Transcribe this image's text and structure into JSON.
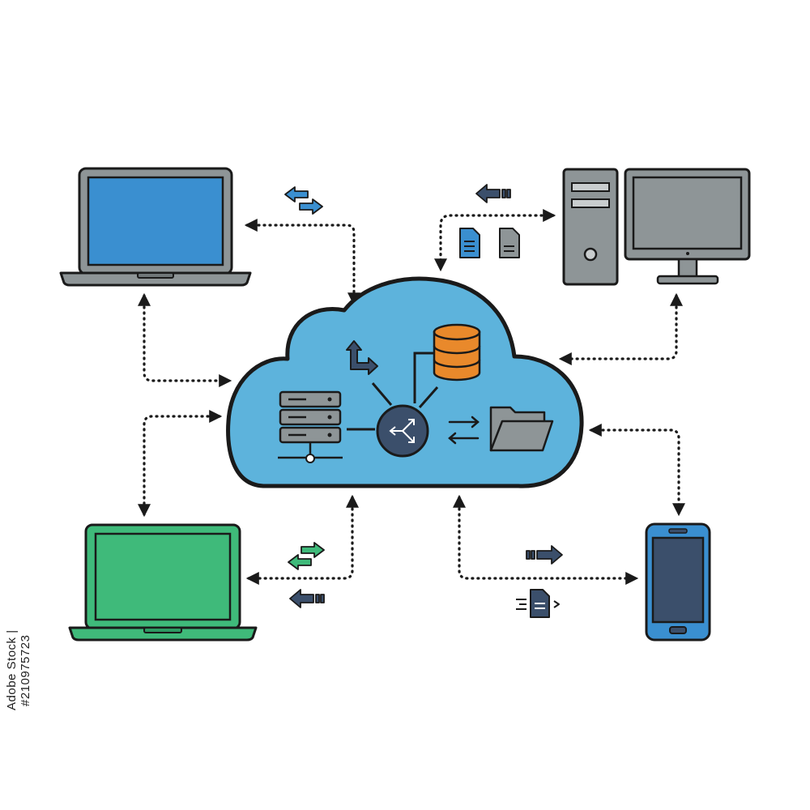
{
  "image_id_text": "Adobe Stock | #210975723",
  "nodes": [
    {
      "id": "laptop-top-left",
      "icon": "laptop-icon",
      "screen_color": "#3a8fd0"
    },
    {
      "id": "desktop-top-right",
      "icon": "desktop-computer-icon",
      "screen_color": "#8e9597"
    },
    {
      "id": "laptop-bottom-left",
      "icon": "laptop-icon",
      "screen_color": "#3fba7a"
    },
    {
      "id": "smartphone-bottom-right",
      "icon": "smartphone-icon",
      "screen_color": "#3b4f6b"
    },
    {
      "id": "cloud-center",
      "icon": "cloud-icon",
      "fill_color": "#5db3dc"
    }
  ],
  "cloud_contents": [
    "server-rack-icon",
    "database-icon",
    "network-hub-icon",
    "folder-icon",
    "sync-arrows-icon",
    "branch-arrow-icon"
  ],
  "colors": {
    "outline": "#1a1a1a",
    "cloud_fill": "#5db3dc",
    "database": "#e9892b",
    "arrow_blue": "#3a8fd0",
    "arrow_green": "#3fba7a",
    "arrow_slate": "#3b4f6b",
    "device_gray": "#8e9597"
  }
}
